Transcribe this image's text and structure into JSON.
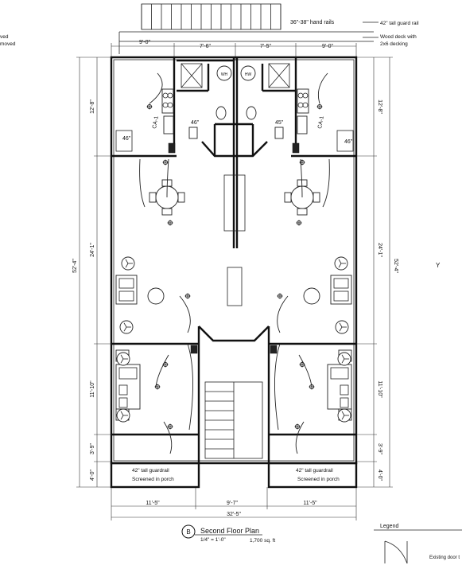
{
  "annotations": {
    "hand_rails": "36\"-38\" hand rails",
    "guard_rail_top": "42\" tall guard rail",
    "deck_line1": "Wood deck with",
    "deck_line2": "2x6 decking",
    "left_cut1": "ved",
    "left_cut2": "moved",
    "guardrail_left": "42\" tall guardrail",
    "porch_left": "Screened in porch",
    "guardrail_right": "42\" tall guardrail",
    "porch_right": "Screened in porch",
    "wh_left": "WH",
    "wh_right": "HW",
    "ca_left": "CA-1",
    "ca_right": "CA-1",
    "angle_left_a": "46\"",
    "angle_left_b": "46\"",
    "angle_right_a": "45\"",
    "angle_right_b": "46\"",
    "right_edge": "Y"
  },
  "dimensions": {
    "top": [
      "9'-0\"",
      "7'-6\"",
      "7'-5\"",
      "9'-0\""
    ],
    "left": [
      "12'-8\"",
      "24'-1\"",
      "11'-10\"",
      "3'-9\"",
      "4'-0\""
    ],
    "left_total": "52'-4\"",
    "right": [
      "12'-8\"",
      "24'-1\"",
      "11'-10\"",
      "3'-9\"",
      "4'-0\""
    ],
    "right_total": "52'-4\"",
    "bottom": [
      "11'-5\"",
      "9'-7\"",
      "11'-5\""
    ],
    "bottom_total": "32'-5\""
  },
  "title_block": {
    "marker": "B",
    "title": "Second Floor Plan",
    "scale": "1/4\" = 1'-0\"",
    "area": "1,700 sq. ft"
  },
  "legend": {
    "heading": "Legend",
    "item": "Existing door t"
  }
}
